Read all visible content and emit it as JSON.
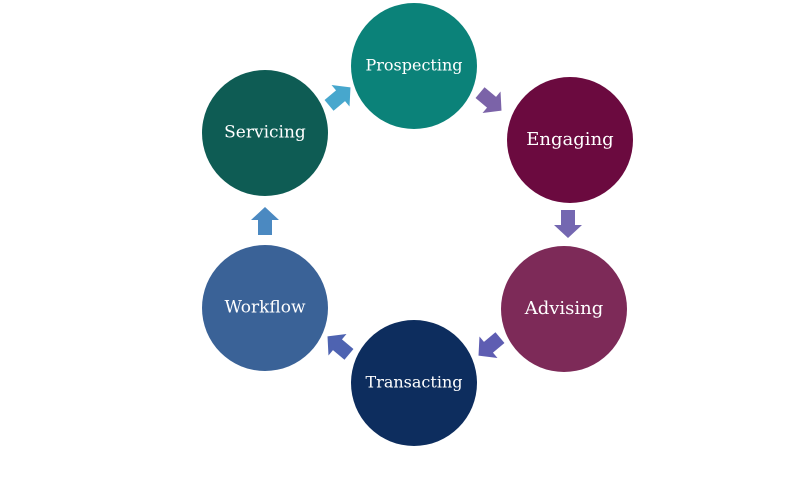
{
  "diagram": {
    "type": "cycle",
    "stages": [
      {
        "label": "Prospecting",
        "color": "#0b8279"
      },
      {
        "label": "Engaging",
        "color": "#6b0a3f"
      },
      {
        "label": "Advising",
        "color": "#7d2a58"
      },
      {
        "label": "Transacting",
        "color": "#0d2d5e"
      },
      {
        "label": "Workflow",
        "color": "#3a6297"
      },
      {
        "label": "Servicing",
        "color": "#0e5c54"
      }
    ],
    "connectors": [
      {
        "from": "Prospecting",
        "to": "Engaging",
        "color": "#7b63a8"
      },
      {
        "from": "Engaging",
        "to": "Advising",
        "color": "#7467b1"
      },
      {
        "from": "Advising",
        "to": "Transacting",
        "color": "#5e5db2"
      },
      {
        "from": "Transacting",
        "to": "Workflow",
        "color": "#4e63b1"
      },
      {
        "from": "Workflow",
        "to": "Servicing",
        "color": "#4b89c1"
      },
      {
        "from": "Servicing",
        "to": "Prospecting",
        "color": "#47a7cd"
      }
    ]
  }
}
